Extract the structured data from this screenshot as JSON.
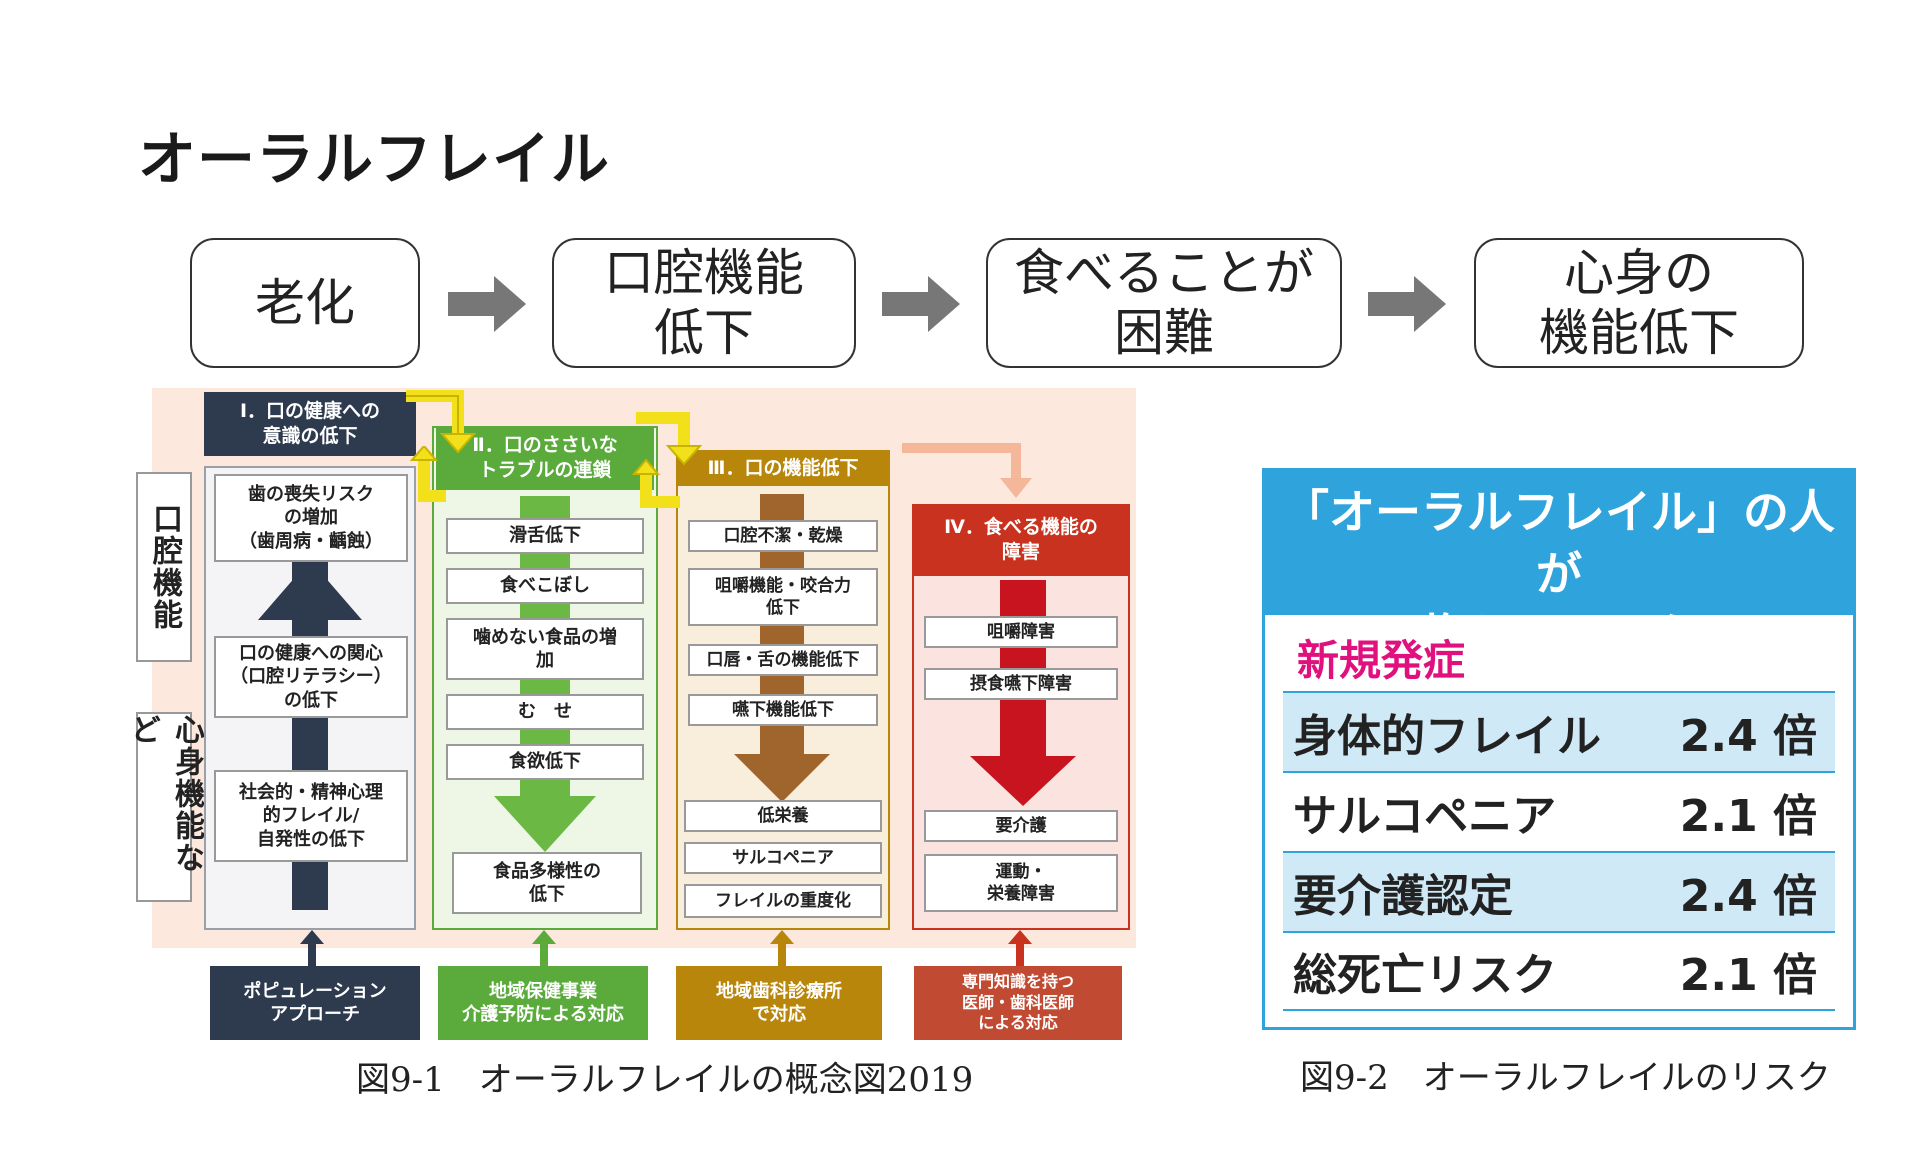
{
  "title": "オーラルフレイル",
  "flow": [
    {
      "label": "老化"
    },
    {
      "label": "口腔機能\n低下"
    },
    {
      "label": "食べることが\n困難"
    },
    {
      "label": "心身の\n機能低下"
    }
  ],
  "concept": {
    "side_labels": [
      "口腔機能",
      "心身機能など"
    ],
    "columns": [
      {
        "header": "Ⅰ．口の健康への\n意識の低下",
        "color": "#2e3a4e",
        "items": [
          "歯の喪失リスク\nの増加\n（歯周病・齲蝕）",
          "口の健康への関心\n（口腔リテラシー）\nの低下",
          "社会的・精神心理\n的フレイル/\n自発性の低下"
        ],
        "footer": "ポピュレーション\nアプローチ"
      },
      {
        "header": "Ⅱ．口のささいな\nトラブルの連鎖",
        "color": "#5aaa3c",
        "items": [
          "滑舌低下",
          "食べこぼし",
          "噛めない食品の増\n加",
          "む　せ",
          "食欲低下",
          "食品多様性の\n低下"
        ],
        "footer": "地域保健事業\n介護予防による対応"
      },
      {
        "header": "Ⅲ．口の機能低下",
        "color": "#b8860b",
        "items": [
          "口腔不潔・乾燥",
          "咀嚼機能・咬合力\n低下",
          "口唇・舌の機能低下",
          "嚥下機能低下",
          "低栄養",
          "サルコペニア",
          "フレイルの重度化"
        ],
        "footer": "地域歯科診療所\nで対応"
      },
      {
        "header": "Ⅳ．食べる機能の\n障害",
        "color": "#c8321e",
        "items": [
          "咀嚼障害",
          "摂食嚥下障害",
          "要介護",
          "運動・\n栄養障害"
        ],
        "footer": "専門知識を持つ\n医師・歯科医師\nによる対応"
      }
    ],
    "caption": "図9-1　オーラルフレイルの概念図2019"
  },
  "risk": {
    "header": "「オーラルフレイル」の人が\n抱えるリスク",
    "subheader": "新規発症",
    "rows": [
      {
        "label": "身体的フレイル",
        "value": "2.4 倍"
      },
      {
        "label": "サルコペニア",
        "value": "2.1 倍"
      },
      {
        "label": "要介護認定",
        "value": "2.4 倍"
      },
      {
        "label": "総死亡リスク",
        "value": "2.1 倍"
      }
    ],
    "caption": "図9-2　オーラルフレイルのリスク"
  }
}
